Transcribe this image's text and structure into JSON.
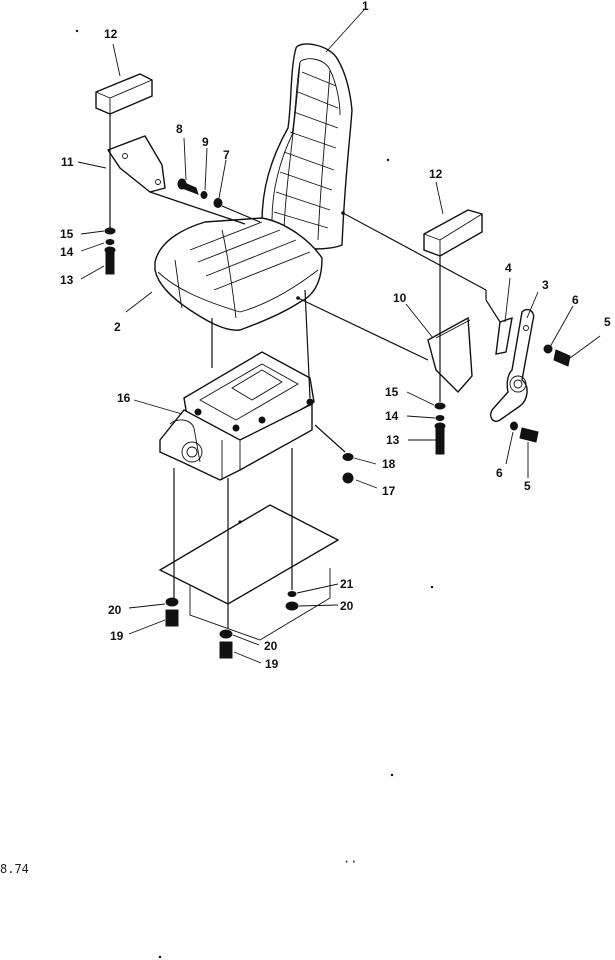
{
  "diagram": {
    "figure_code": "8.74",
    "callouts": [
      {
        "id": "c1",
        "text": "1"
      },
      {
        "id": "c2",
        "text": "2"
      },
      {
        "id": "c3",
        "text": "3"
      },
      {
        "id": "c4",
        "text": "4"
      },
      {
        "id": "c5a",
        "text": "5"
      },
      {
        "id": "c5b",
        "text": "5"
      },
      {
        "id": "c6a",
        "text": "6"
      },
      {
        "id": "c6b",
        "text": "6"
      },
      {
        "id": "c7",
        "text": "7"
      },
      {
        "id": "c8",
        "text": "8"
      },
      {
        "id": "c9",
        "text": "9"
      },
      {
        "id": "c10",
        "text": "10"
      },
      {
        "id": "c11",
        "text": "11"
      },
      {
        "id": "c12a",
        "text": "12"
      },
      {
        "id": "c12b",
        "text": "12"
      },
      {
        "id": "c13a",
        "text": "13"
      },
      {
        "id": "c13b",
        "text": "13"
      },
      {
        "id": "c14a",
        "text": "14"
      },
      {
        "id": "c14b",
        "text": "14"
      },
      {
        "id": "c15a",
        "text": "15"
      },
      {
        "id": "c15b",
        "text": "15"
      },
      {
        "id": "c16",
        "text": "16"
      },
      {
        "id": "c17",
        "text": "17"
      },
      {
        "id": "c18",
        "text": "18"
      },
      {
        "id": "c19a",
        "text": "19"
      },
      {
        "id": "c19b",
        "text": "19"
      },
      {
        "id": "c20a",
        "text": "20"
      },
      {
        "id": "c20b",
        "text": "20"
      },
      {
        "id": "c20c",
        "text": "20"
      },
      {
        "id": "c21",
        "text": "21"
      }
    ]
  }
}
